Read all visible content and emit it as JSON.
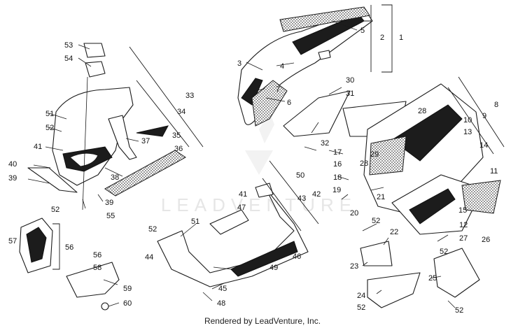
{
  "footer_text": "Rendered by LeadVenture, Inc.",
  "watermark_text": "LEADVENTURE",
  "callouts": [
    "1",
    "2",
    "3",
    "4",
    "5",
    "6",
    "7",
    "8",
    "9",
    "10",
    "11",
    "12",
    "13",
    "14",
    "15",
    "16",
    "17",
    "18",
    "19",
    "20",
    "21",
    "22",
    "23",
    "24",
    "25",
    "26",
    "27",
    "28",
    "29",
    "30",
    "31",
    "32",
    "33",
    "34",
    "35",
    "36",
    "37",
    "38",
    "39",
    "40",
    "41",
    "42",
    "43",
    "44",
    "45",
    "46",
    "47",
    "48",
    "49",
    "50",
    "51",
    "52",
    "53",
    "54",
    "55",
    "56",
    "57",
    "58",
    "59",
    "60"
  ],
  "colors": {
    "line": "#1a1a1a",
    "watermark": "#e6e6e6",
    "fill_dark": "#1c1c1c",
    "fill_grey": "#d9d9d9"
  }
}
